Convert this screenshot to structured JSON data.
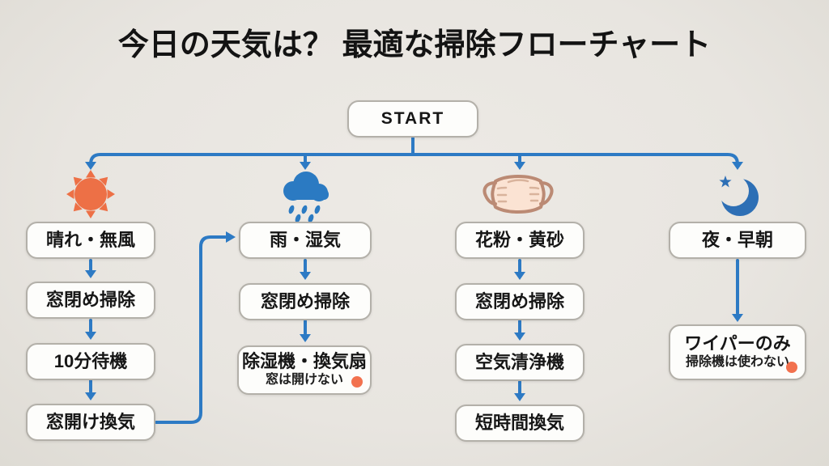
{
  "title": "今日の天気は？ 最適な掃除フローチャート",
  "start_label": "START",
  "branches": [
    {
      "id": "sunny",
      "icon": "sun-icon",
      "steps": [
        "晴れ・無風",
        "窓閉め掃除",
        "10分待機",
        "窓開け換気"
      ]
    },
    {
      "id": "rain",
      "icon": "rain-cloud-icon",
      "steps": [
        "雨・湿気",
        "窓閉め掃除"
      ],
      "final_main": "除湿機・換気扇",
      "final_note": "窓は開けない"
    },
    {
      "id": "pollen",
      "icon": "mask-icon",
      "steps": [
        "花粉・黄砂",
        "窓閉め掃除",
        "空気清浄機",
        "短時間換気"
      ]
    },
    {
      "id": "night",
      "icon": "moon-icon",
      "steps": [
        "夜・早朝"
      ],
      "final_main": "ワイパーのみ",
      "final_note": "掃除機は使わない"
    }
  ],
  "colors": {
    "background": "#e9e6e1",
    "connector_blue": "#2d7ac4",
    "sun_orange": "#ed7046",
    "rain_blue": "#2b7ac2",
    "mask_outline": "#bb8a74",
    "mask_fill": "#fbe3d3",
    "moon_blue": "#2d6fb5",
    "note_dot_orange": "#f2714e",
    "box_border": "#b3b0a9",
    "box_background": "#fdfdfb"
  }
}
